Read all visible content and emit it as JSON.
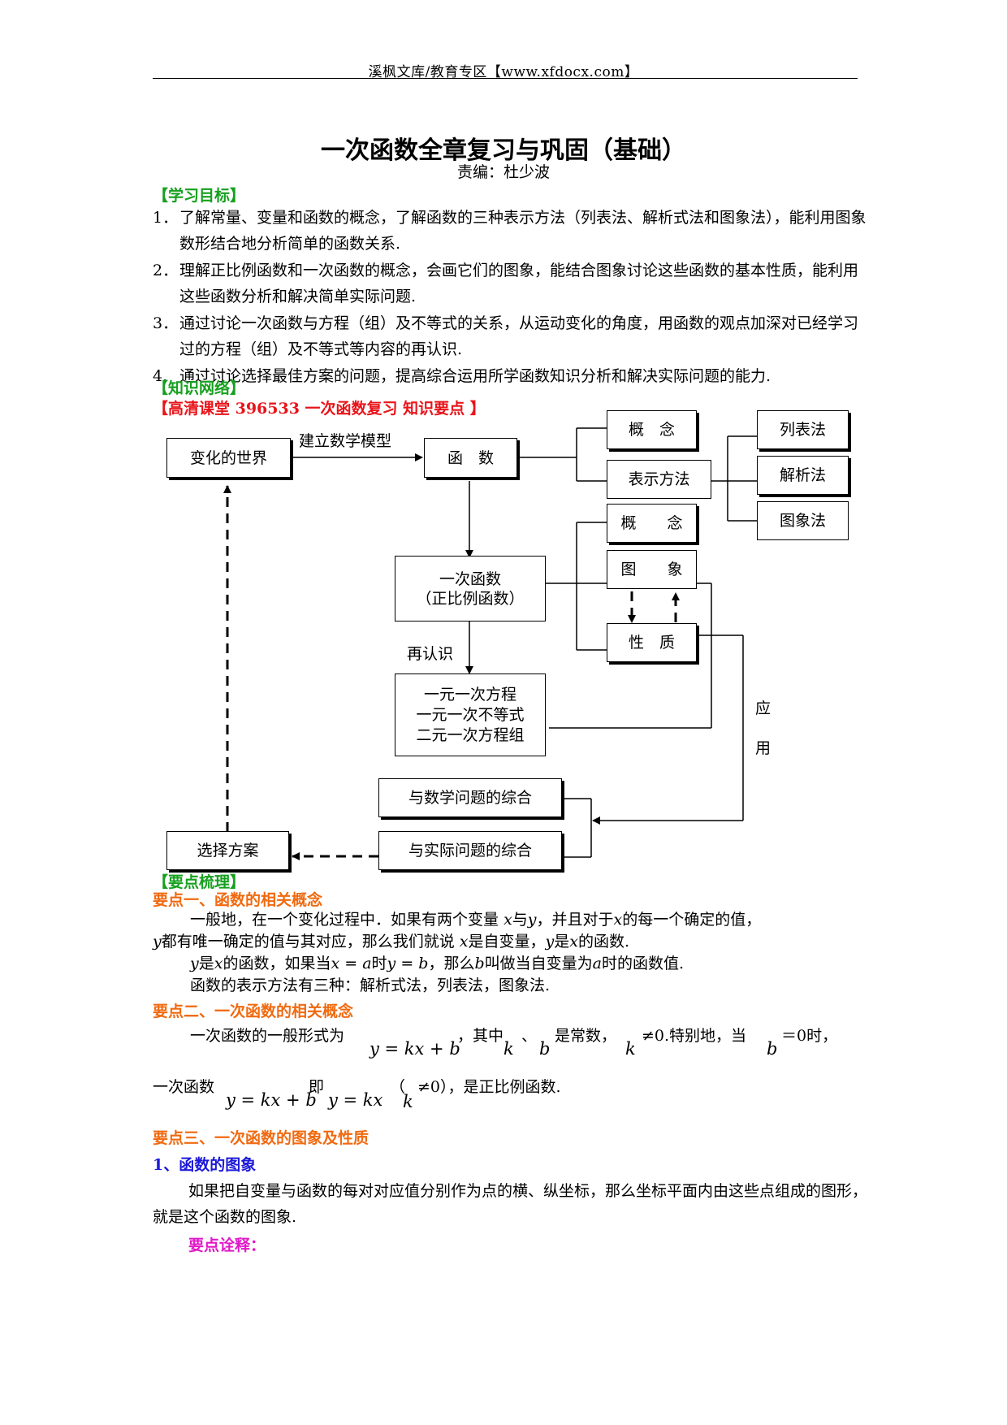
{
  "header": {
    "site": "溪枫文库/教育专区【www.xfdocx.com】"
  },
  "title": "一次函数全章复习与巩固（基础）",
  "author": "责编：杜少波",
  "goals": {
    "heading": "【学习目标】",
    "items": [
      {
        "num": "1．",
        "text": "了解常量、变量和函数的概念，了解函数的三种表示方法（列表法、解析式法和图象法），能利用图象数形结合地分析简单的函数关系."
      },
      {
        "num": "2．",
        "text": "理解正比例函数和一次函数的概念，会画它们的图象，能结合图象讨论这些函数的基本性质，能利用这些函数分析和解决简单实际问题."
      },
      {
        "num": "3．",
        "text": "通过讨论一次函数与方程（组）及不等式的关系，从运动变化的角度，用函数的观点加深对已经学习过的方程（组）及不等式等内容的再认识."
      },
      {
        "num": "4.",
        "text": "通过讨论选择最佳方案的问题，提高综合运用所学函数知识分析和解决实际问题的能力."
      }
    ]
  },
  "network": {
    "heading": "【知识网络】",
    "video": "【高清课堂 396533  一次函数复习  知识要点  】"
  },
  "diagram": {
    "changing_world": "变化的世界",
    "build_model": "建立数学模型",
    "function": "函　数",
    "concept1": "概　念",
    "representation": "表示方法",
    "table_method": "列表法",
    "analytic_method": "解析法",
    "graph_method": "图象法",
    "concept2": "概　　念",
    "graph": "图　　象",
    "property": "性　质",
    "linear_function": "一次函数",
    "proportional": "（正比例函数）",
    "recognize": "再认识",
    "eq1": "一元一次方程",
    "eq2": "一元一次不等式",
    "eq3": "二元一次方程组",
    "apply1": "应",
    "apply2": "用",
    "math_combine": "与数学问题的综合",
    "real_combine": "与实际问题的综合",
    "choose_plan": "选择方案"
  },
  "points": {
    "heading": "【要点梳理】",
    "p1": {
      "title": "要点一、函数的相关概念",
      "l1a": "一般地，在一个变化过程中．如果有两个变量",
      "l1b": "与",
      "l1c": "，并且对于",
      "l1d": "的每一个确定的值，",
      "l2a": "都有唯一确定的值与其对应，那么我们就说",
      "l2b": "是自变量，",
      "l2c": "是",
      "l2d": "的函数.",
      "l3a": "是",
      "l3b": "的函数，如果当",
      "l3c": "时",
      "l3d": "，那么",
      "l3e": "叫做当自变量为",
      "l3f": "时的函数值.",
      "l4": "函数的表示方法有三种：解析式法，列表法，图象法."
    },
    "p2": {
      "title": "要点二、一次函数的相关概念",
      "l1a": "一次函数的一般形式为",
      "l1b": "，其中",
      "l1c": "、",
      "l1d": "是常数，",
      "l1e": "≠0.特别地，当",
      "l1f": "＝0时，",
      "l2a": "一次函数",
      "l2b": "即",
      "l2c": "（",
      "l2d": "≠0），是正比例函数."
    },
    "p3": {
      "title": "要点三、一次函数的图象及性质",
      "sub1": "1、函数的图象",
      "para1": "如果把自变量与函数的每对对应值分别作为点的横、纵坐标，那么坐标平面内由这些点组成的图形，就是这个函数的图象.",
      "note": "要点诠释："
    }
  },
  "math": {
    "x": "x",
    "y": "y",
    "a": "a",
    "b": "b",
    "k": "k",
    "x_eq_a": "x = a",
    "y_eq_b": "y = b",
    "y_kx_b": "y = kx + b",
    "y_kx": "y = kx"
  }
}
